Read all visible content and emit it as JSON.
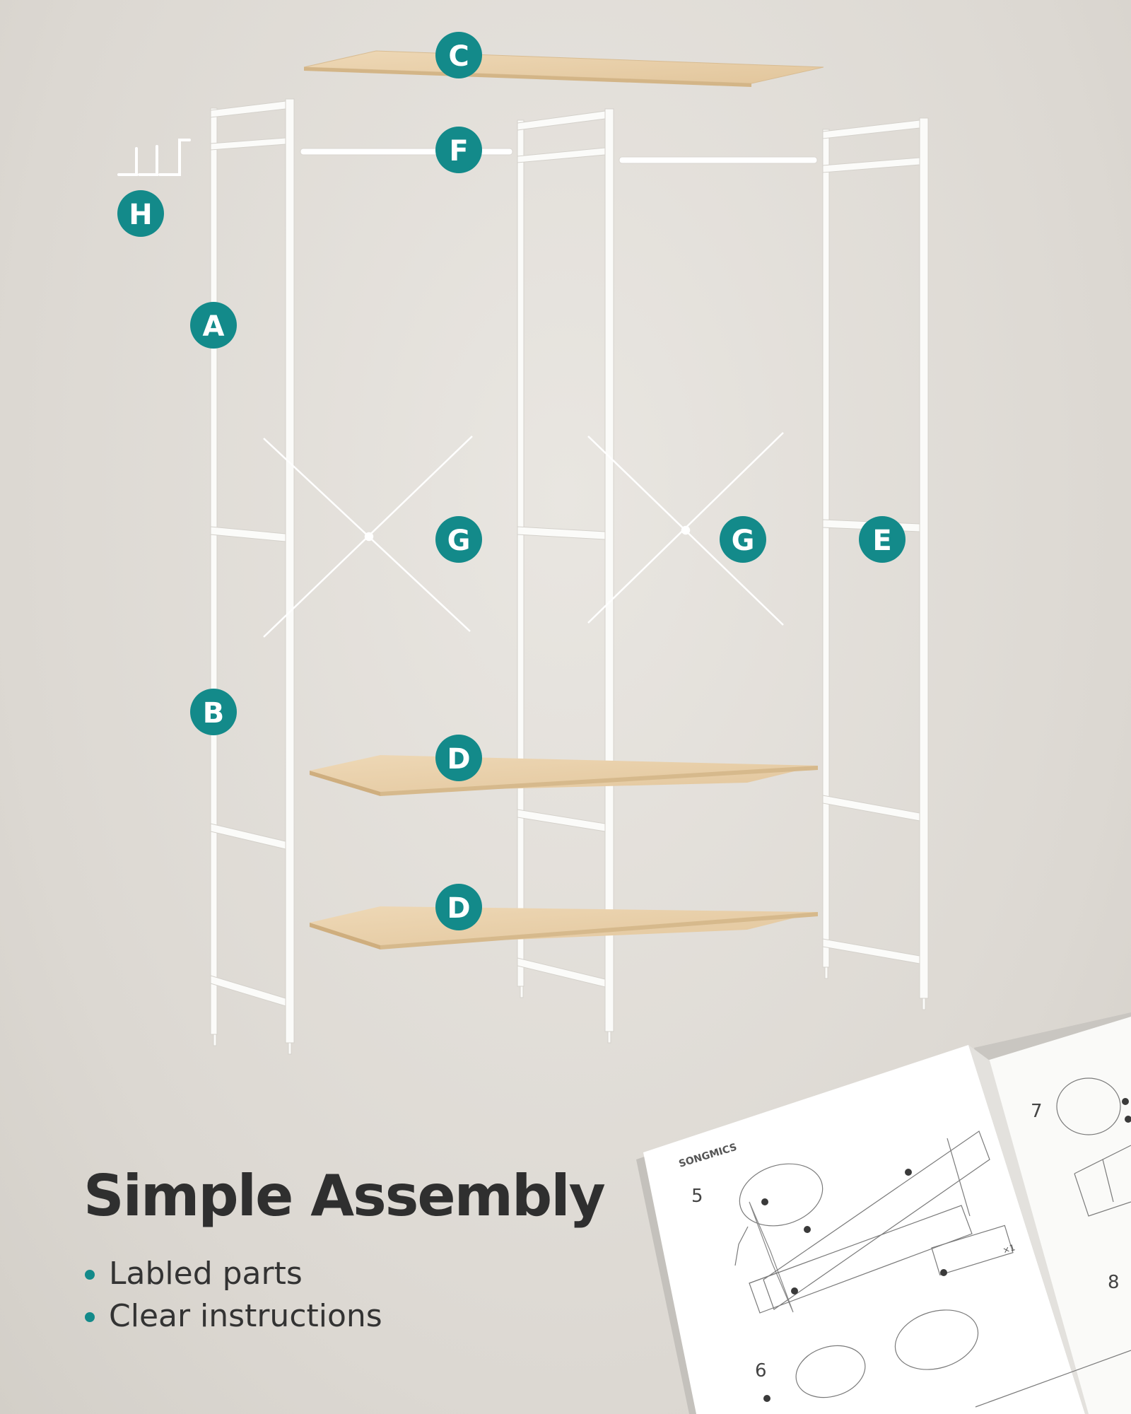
{
  "colors": {
    "accent": "#138a8a",
    "frame": "#fbfbf9",
    "wood": "#e8cfa9",
    "text": "#2f2f2f"
  },
  "part_labels": [
    "C",
    "F",
    "H",
    "A",
    "G",
    "G",
    "E",
    "B",
    "D",
    "D"
  ],
  "headline": "Simple Assembly",
  "features": [
    "Labled parts",
    "Clear instructions"
  ],
  "manual": {
    "brand": "SONGMICS",
    "left_page_steps": [
      "5",
      "6"
    ],
    "right_page_steps": [
      "7",
      "8"
    ],
    "callout_quantity": "×1"
  }
}
